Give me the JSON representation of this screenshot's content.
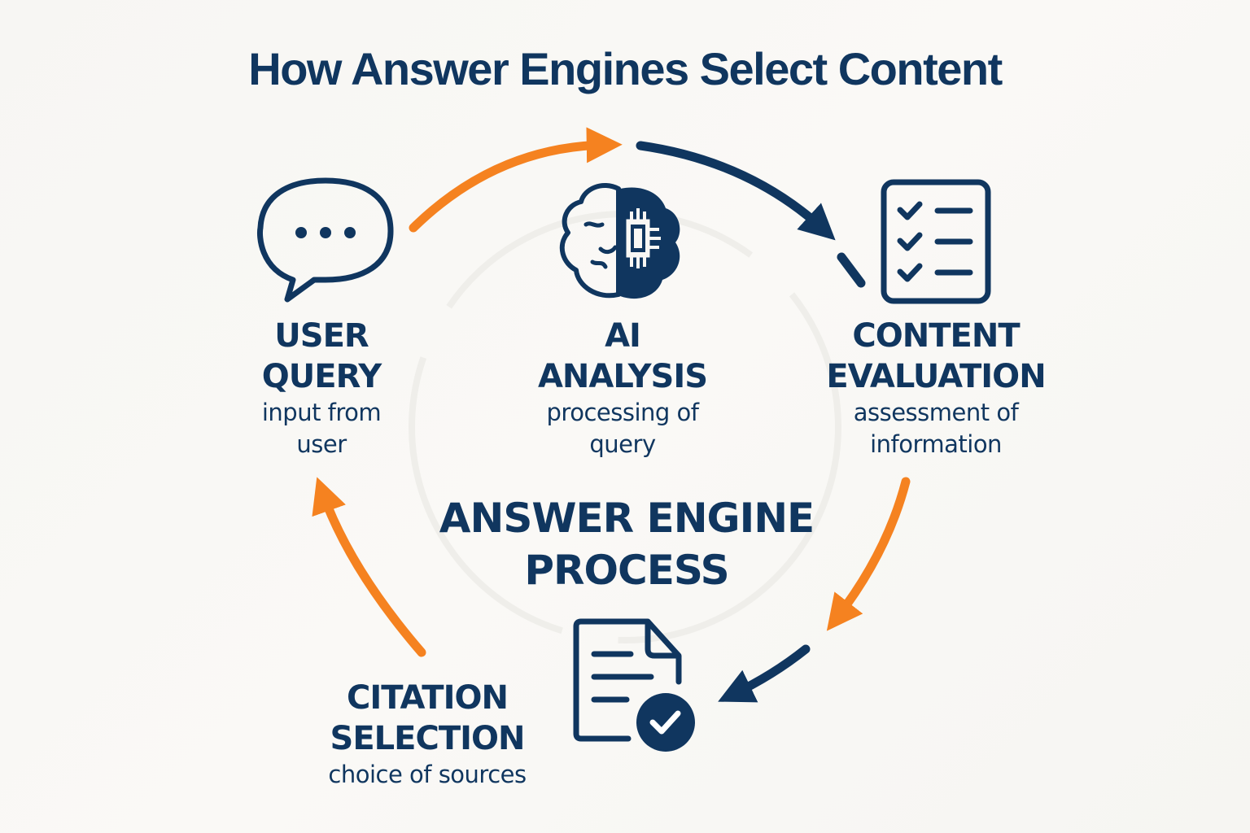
{
  "title": "How Answer Engines Select Content",
  "center": {
    "label": "ANSWER ENGINE\nPROCESS"
  },
  "colors": {
    "navy": "#10365f",
    "orange": "#f58220",
    "background": "#f8f7f4"
  },
  "steps": [
    {
      "id": "user-query",
      "title": "USER\nQUERY",
      "subtitle": "input from\nuser",
      "icon": "speech-bubble-icon"
    },
    {
      "id": "ai-analysis",
      "title": "AI\nANALYSIS",
      "subtitle": "processing of\nquery",
      "icon": "brain-chip-icon"
    },
    {
      "id": "content-evaluation",
      "title": "CONTENT\nEVALUATION",
      "subtitle": "assessment of\ninformation",
      "icon": "checklist-icon"
    },
    {
      "id": "answer-document",
      "title": "",
      "subtitle": "",
      "icon": "document-check-icon"
    },
    {
      "id": "citation-selection",
      "title": "CITATION\nSELECTION",
      "subtitle": "choice of sources",
      "icon": ""
    }
  ],
  "arrows": [
    {
      "from": "user-query",
      "to": "ai-analysis",
      "color": "orange"
    },
    {
      "from": "ai-analysis",
      "to": "content-evaluation",
      "color": "navy"
    },
    {
      "from": "content-evaluation",
      "to": "answer-document",
      "color": "orange"
    },
    {
      "from": "content-evaluation",
      "to": "answer-document",
      "color": "navy"
    },
    {
      "from": "citation-selection",
      "to": "user-query",
      "color": "orange"
    }
  ]
}
